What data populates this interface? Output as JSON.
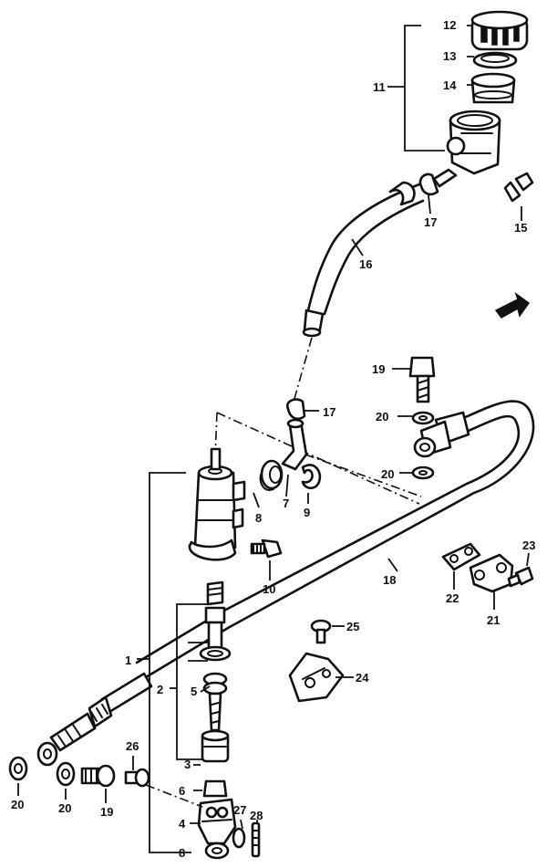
{
  "callouts": {
    "c1": "1",
    "c2": "2",
    "c3": "3",
    "c4": "4",
    "c5": "5",
    "c6": "6",
    "c7": "7",
    "c8a": "8",
    "c8b": "8",
    "c9": "9",
    "c10": "10",
    "c11": "11",
    "c12": "12",
    "c13": "13",
    "c14": "14",
    "c15": "15",
    "c16": "16",
    "c17a": "17",
    "c17b": "17",
    "c18": "18",
    "c19a": "19",
    "c19b": "19",
    "c20a": "20",
    "c20b": "20",
    "c20c": "20",
    "c20d": "20",
    "c21": "21",
    "c22": "22",
    "c23": "23",
    "c24": "24",
    "c25": "25",
    "c26": "26",
    "c27": "27",
    "c28": "28"
  },
  "colors": {
    "ink": "#111111",
    "paper": "#ffffff"
  },
  "icons": {
    "front_arrow": "direction-arrow-icon"
  }
}
